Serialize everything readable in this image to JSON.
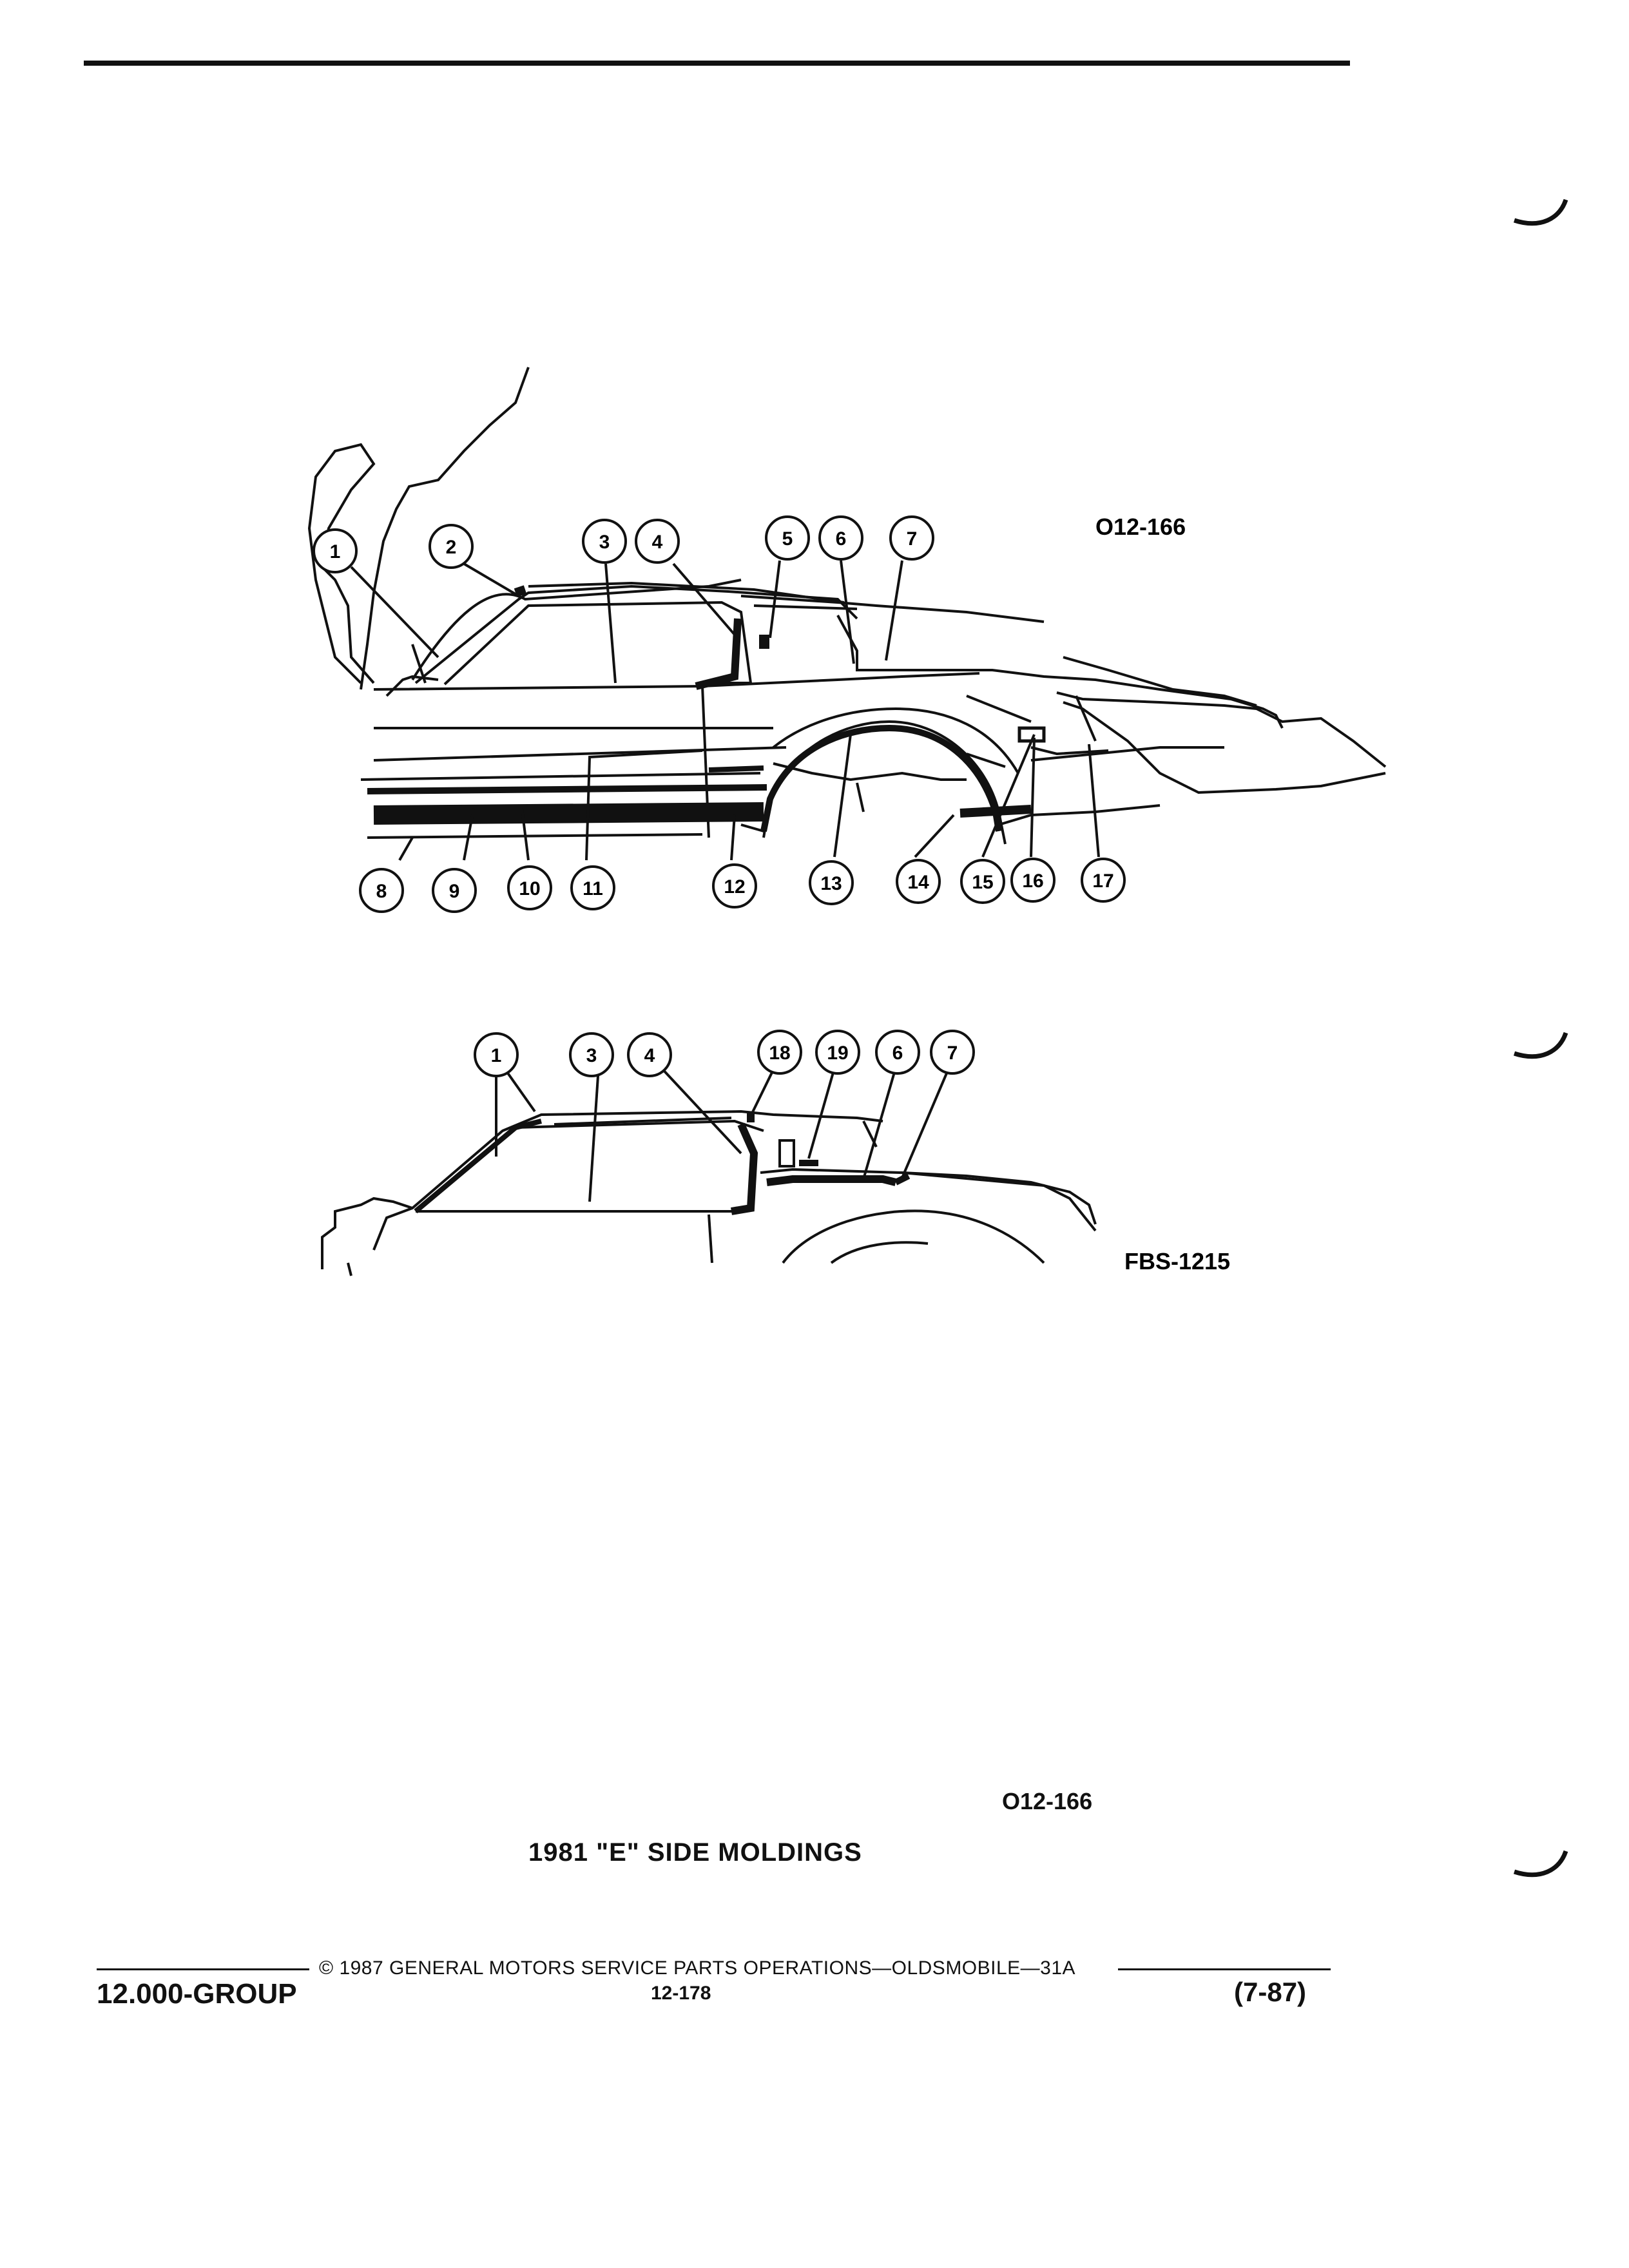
{
  "diagram_top": {
    "code": "O12-166",
    "callouts": [
      "1",
      "2",
      "3",
      "4",
      "5",
      "6",
      "7",
      "8",
      "9",
      "10",
      "11",
      "12",
      "13",
      "14",
      "15",
      "16",
      "17"
    ]
  },
  "diagram_bottom": {
    "code": "FBS-1215",
    "callouts": [
      "1",
      "3",
      "4",
      "18",
      "19",
      "6",
      "7"
    ]
  },
  "figure_code": "O12-166",
  "caption": "1981 \"E\" SIDE MOLDINGS",
  "footer": {
    "copyright": "© 1987 GENERAL MOTORS SERVICE PARTS OPERATIONS—OLDSMOBILE—31A",
    "group": "12.000-GROUP",
    "page": "12-178",
    "revision": "(7-87)"
  }
}
